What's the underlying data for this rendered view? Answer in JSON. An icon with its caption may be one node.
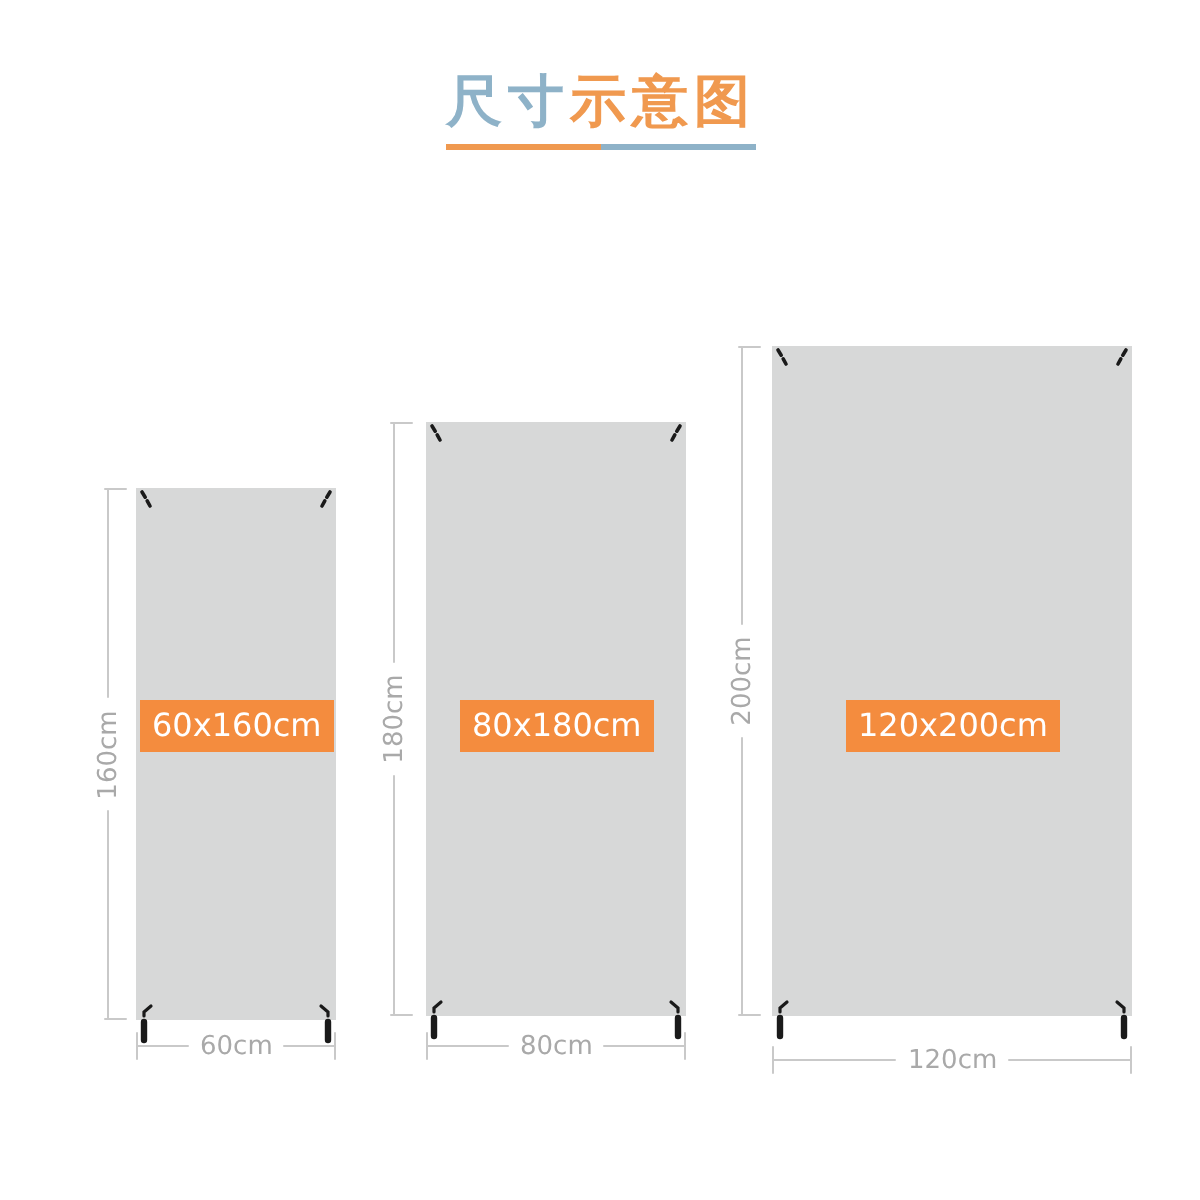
{
  "diagram": {
    "title": "尺寸示意图",
    "nodes": [
      {
        "text": [
          "60x160cm"
        ]
      },
      {
        "text": [
          "80x180cm"
        ]
      },
      {
        "text": [
          "120x200cm"
        ]
      }
    ],
    "labels": [
      "160cm",
      "60cm",
      "180cm",
      "80cm",
      "200cm",
      "120cm"
    ]
  }
}
